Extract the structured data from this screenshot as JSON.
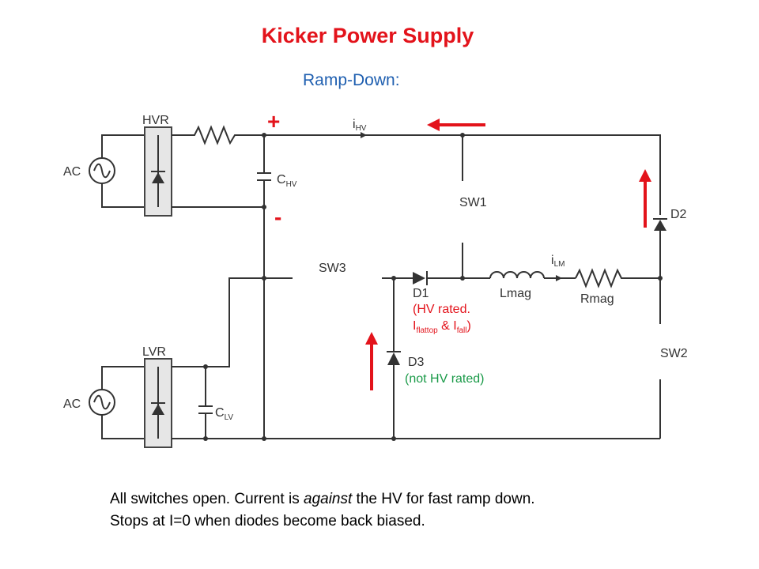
{
  "title": "Kicker Power Supply",
  "subtitle": "Ramp-Down:",
  "caption": {
    "line1_pre": "All switches open. Current is ",
    "line1_em": "against",
    "line1_post": " the HV for fast ramp down.",
    "line2": "Stops at I=0 when diodes become back biased."
  },
  "labels": {
    "hvr": "HVR",
    "lvr": "LVR",
    "ac": "AC",
    "c_hv_main": "C",
    "c_hv_sub": "HV",
    "c_lv_main": "C",
    "c_lv_sub": "LV",
    "i_hv_main": "i",
    "i_hv_sub": "HV",
    "i_lm_main": "i",
    "i_lm_sub": "LM",
    "sw1": "SW1",
    "sw2": "SW2",
    "sw3": "SW3",
    "d1": "D1",
    "d2": "D2",
    "d3": "D3",
    "lmag": "Lmag",
    "rmag": "Rmag",
    "plus": "+",
    "minus": "-",
    "d1_note_line1": "(HV rated.",
    "d1_note_i1_main": "I",
    "d1_note_i1_sub": "flattop",
    "d1_note_amp": " & ",
    "d1_note_i2_main": "I",
    "d1_note_i2_sub": "fall",
    "d1_note_close": ")",
    "d3_note": "(not HV rated)"
  },
  "colors": {
    "title": "#e3131b",
    "subtitle": "#1f5fb0",
    "current_arrow": "#e3131b",
    "d1_note": "#e3131b",
    "d3_note": "#1a9a48",
    "wire": "#333333",
    "rectifier_box": "#e6e6e6"
  }
}
